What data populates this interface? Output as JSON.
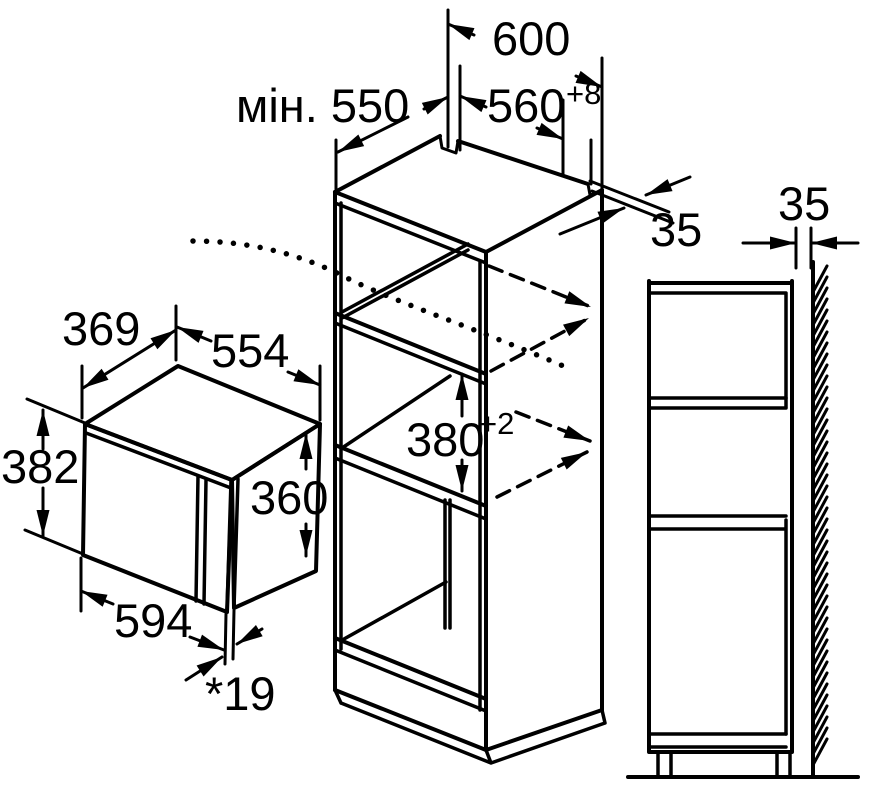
{
  "diagram": {
    "appliance": {
      "depth": "369",
      "width": "554",
      "height": "382",
      "body_height": "360",
      "door_width": "594",
      "door_protrusion": "*19"
    },
    "niche": {
      "min_depth": "мін. 550",
      "outer_width": "600",
      "inner_width": "560",
      "inner_width_tolerance": "+8",
      "height": "380",
      "height_tolerance": "+2",
      "rear_clearance": "35"
    },
    "side": {
      "wall_clearance": "35"
    }
  }
}
